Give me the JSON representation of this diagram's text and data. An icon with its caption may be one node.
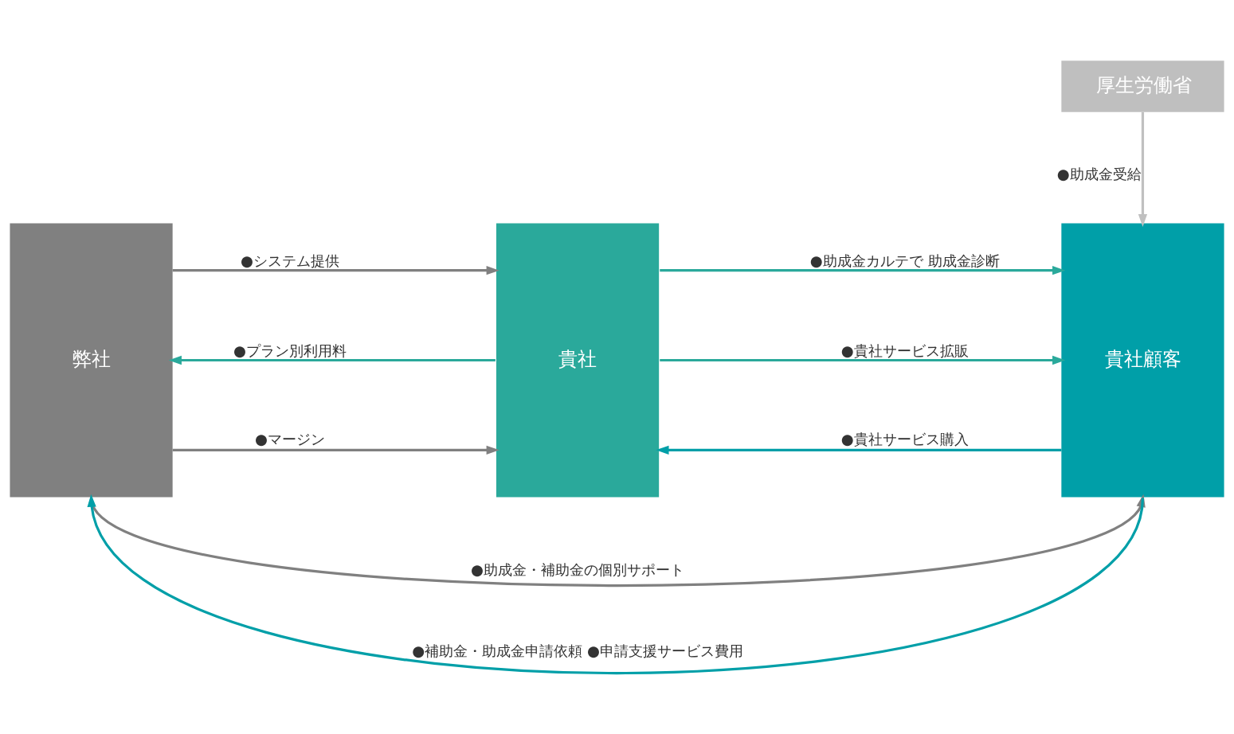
{
  "diagram": {
    "nodes": [
      {
        "text": [
          "弊社"
        ]
      },
      {
        "text": [
          "貴社"
        ]
      },
      {
        "text": [
          "貴社顧客"
        ]
      },
      {
        "text": [
          "厚生労働省"
        ]
      }
    ],
    "edges": [
      {
        "from": 0,
        "to": 1,
        "arrow": "to",
        "label": "●システム提供"
      },
      {
        "from": 1,
        "to": 0,
        "arrow": "to",
        "label": "●プラン別利用料",
        "color": "#2aa99b"
      },
      {
        "from": 0,
        "to": 1,
        "arrow": "to",
        "label": "●マージン"
      },
      {
        "from": 1,
        "to": 2,
        "arrow": "to",
        "label": "●助成金カルテで 助成金診断",
        "color": "#2aa99b"
      },
      {
        "from": 1,
        "to": 2,
        "arrow": "to",
        "label": "●貴社サービス拡販",
        "color": "#2aa99b"
      },
      {
        "from": 2,
        "to": 1,
        "arrow": "to",
        "label": "●貴社サービス購入",
        "color": "#009fa8"
      },
      {
        "from": 3,
        "to": 2,
        "arrow": "to",
        "label": "●助成金受給",
        "color": "#c0c0c0"
      },
      {
        "from": 0,
        "to": 2,
        "arrow": "to",
        "label": "●助成金・補助金の個別サポート"
      },
      {
        "from": 2,
        "to": 0,
        "arrow": "to",
        "label": "●補助金・助成金申請依頼 ●申請支援サービス費用",
        "color": "#009fa8"
      }
    ]
  }
}
